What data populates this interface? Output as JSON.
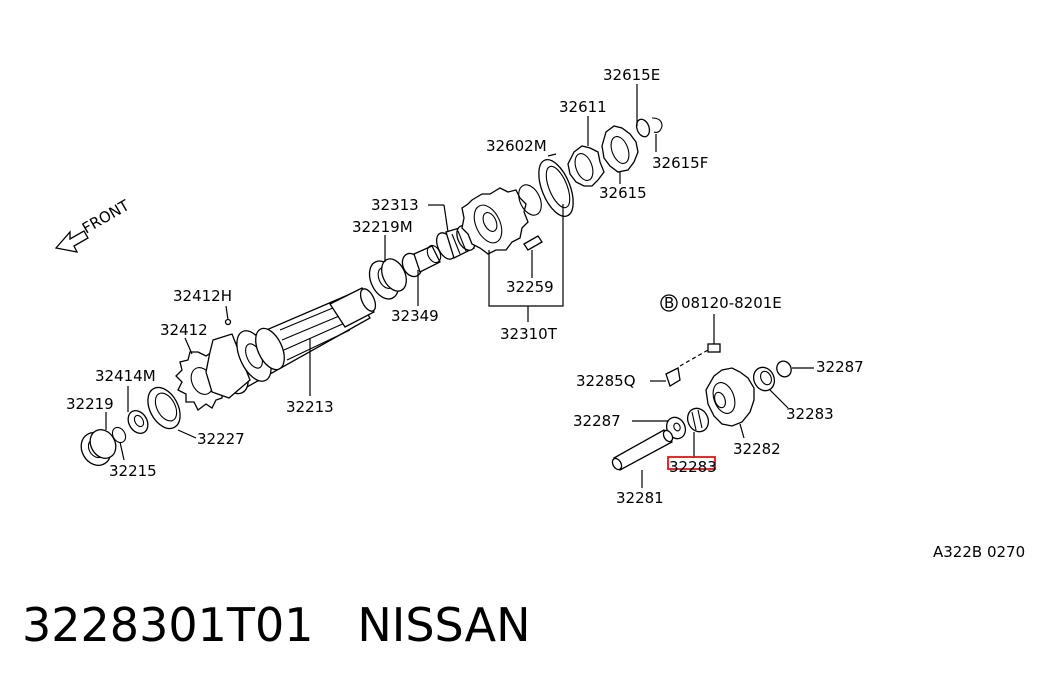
{
  "caption": {
    "part_number": "3228301T01",
    "brand": "NISSAN"
  },
  "diagram": {
    "front_label": "FRONT",
    "ref_code": "A322B 0270",
    "bolt_symbol": "B",
    "highlighted_part": "32283",
    "labels": {
      "p32615E": "32615E",
      "p32611": "32611",
      "p32615F": "32615F",
      "p32602M": "32602M",
      "p32615": "32615",
      "p32313": "32313",
      "p32219M": "32219M",
      "p32259": "32259",
      "p32349": "32349",
      "p32310T": "32310T",
      "p32412H": "32412H",
      "p32412": "32412",
      "p32213": "32213",
      "p32414M": "32414M",
      "p32219": "32219",
      "p32227": "32227",
      "p32215": "32215",
      "p08120": "08120-8201E",
      "p32285Q": "32285Q",
      "p32287a": "32287",
      "p32283a": "32283",
      "p32287b": "32287",
      "p32282": "32282",
      "p32283b": "32283",
      "p32281": "32281"
    }
  }
}
